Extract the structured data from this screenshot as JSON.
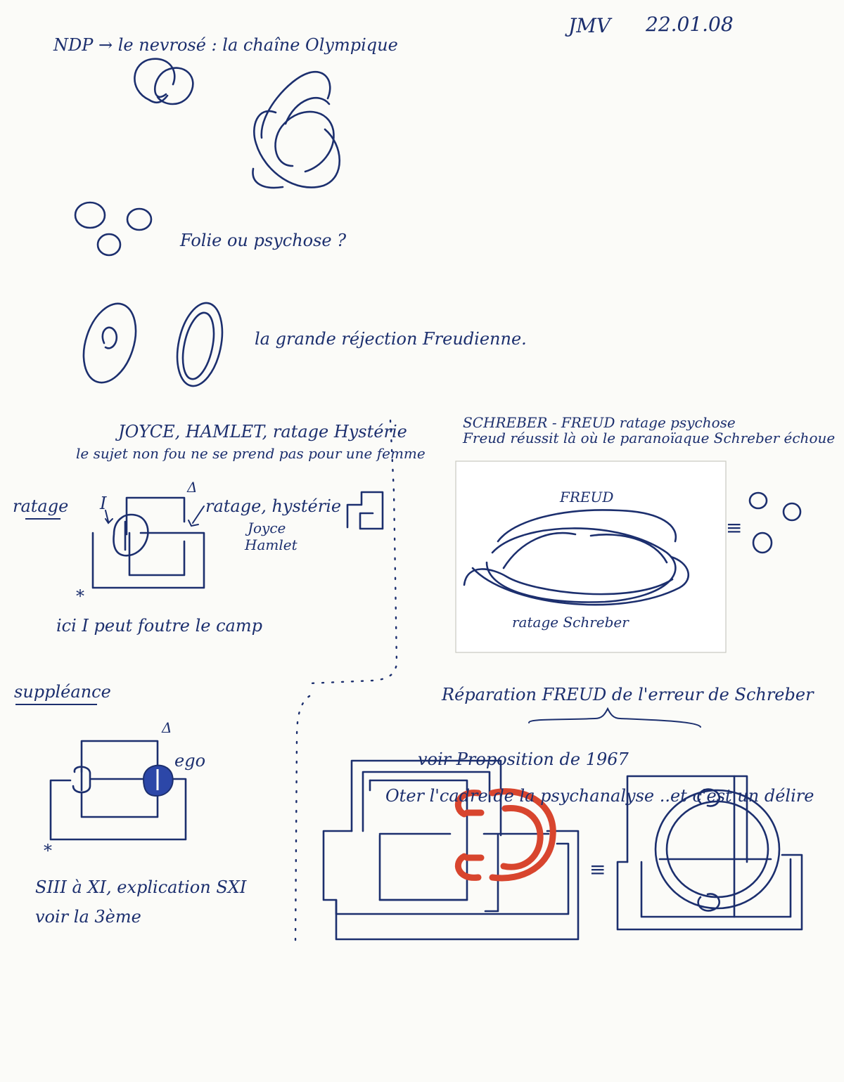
{
  "header": {
    "author": "JMV",
    "date": "22.01.08"
  },
  "section_knots": {
    "title": "NDP → le nevrosé : la chaîne Olympique",
    "folie_question": "Folie ou psychose ?",
    "freudian_caption": "la grande réjection Freudienne."
  },
  "section_hysteria": {
    "title_line1": "JOYCE, HAMLET, ratage Hystérie",
    "title_line2": "le sujet non fou ne se prend pas pour une femme",
    "side_label": "ratage",
    "symbol_I": "I",
    "symbol_delta": "Δ",
    "symbol_star": "*",
    "arrow_label_line1": "ratage, hystérie",
    "arrow_label_line2": "Joyce",
    "arrow_label_line3": "Hamlet",
    "bottom_caption": "ici I peut foutre le camp"
  },
  "section_schreber": {
    "title_line1": "SCHREBER - FREUD ratage psychose",
    "title_line2": "Freud réussit là où le paranoïaque Schreber échoue",
    "inner_top": "FREUD",
    "inner_bottom": "ratage Schreber",
    "equals": "≡"
  },
  "section_suppleance": {
    "title": "suppléance",
    "symbol_delta": "Δ",
    "symbol_star": "*",
    "ego_label": "ego",
    "note_line1": "SIII à XI, explication SXI",
    "note_line2": "voir la 3ème"
  },
  "section_reparation": {
    "title": "Réparation FREUD de l'erreur de Schreber",
    "equals": "≡",
    "note_line1": "voir Proposition de 1967",
    "note_line2": "Oter l'cadre de la psychanalyse ..et c'est un délire"
  }
}
